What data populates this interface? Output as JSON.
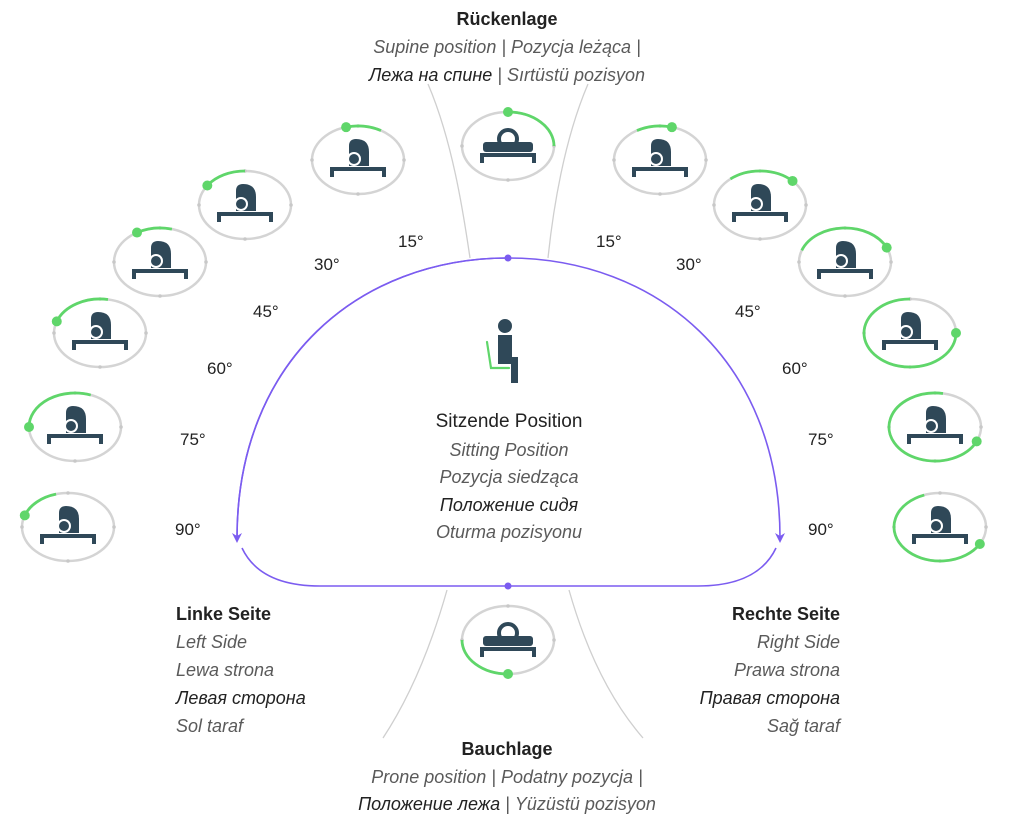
{
  "top": {
    "title": "Rückenlage",
    "line1": "Supine position | Pozycja leżąca |",
    "line2a": "Лежа на спине",
    "line2b": " | Sırtüstü pozisyon"
  },
  "center": {
    "title": "Sitzende Position",
    "en": "Sitting Position",
    "pl": "Pozycja siedząca",
    "ru": "Положение сидя",
    "tr": "Oturma pozisyonu"
  },
  "left": {
    "title": "Linke Seite",
    "en": "Left Side",
    "pl": "Lewa strona",
    "ru": "Левая сторона",
    "tr": "Sol taraf"
  },
  "right": {
    "title": "Rechte Seite",
    "en": "Right Side",
    "pl": "Prawa strona",
    "ru": "Правая сторона",
    "tr": "Sağ taraf"
  },
  "bottom": {
    "title": "Bauchlage",
    "line1": "Prone position | Podatny pozycja |",
    "line2a": "Положение лежа",
    "line2b": " | Yüzüstü pozisyon"
  },
  "angles_left": [
    "15°",
    "30°",
    "45°",
    "60°",
    "75°",
    "90°"
  ],
  "angles_right": [
    "15°",
    "30°",
    "45°",
    "60°",
    "75°",
    "90°"
  ],
  "colors": {
    "arc": "#7b5cf0",
    "accent": "#5fd66a",
    "icon": "#2f4858",
    "ring": "#d4d4d4",
    "guide": "#cfcfcf"
  },
  "icons": {
    "center": "seated-person-icon",
    "position": "patient-in-bed-icon"
  }
}
